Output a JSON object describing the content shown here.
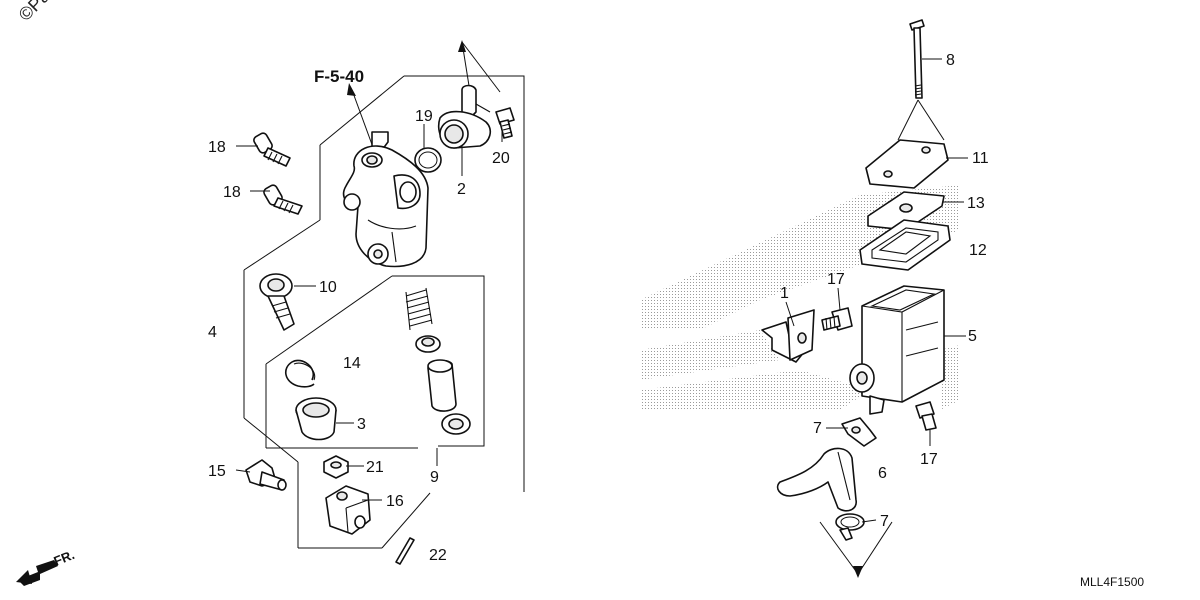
{
  "copyright": "©Pa",
  "reference": "F-5-40",
  "diagram_code": "MLL4F1500",
  "front_indicator": "FR.",
  "callouts": {
    "c1": "1",
    "c2": "2",
    "c3": "3",
    "c4": "4",
    "c5": "5",
    "c6": "6",
    "c7a": "7",
    "c7b": "7",
    "c8": "8",
    "c9": "9",
    "c10": "10",
    "c11": "11",
    "c12": "12",
    "c13": "13",
    "c14": "14",
    "c15": "15",
    "c16": "16",
    "c17a": "17",
    "c17b": "17",
    "c18a": "18",
    "c18b": "18",
    "c19": "19",
    "c20": "20",
    "c21": "21",
    "c22": "22"
  }
}
